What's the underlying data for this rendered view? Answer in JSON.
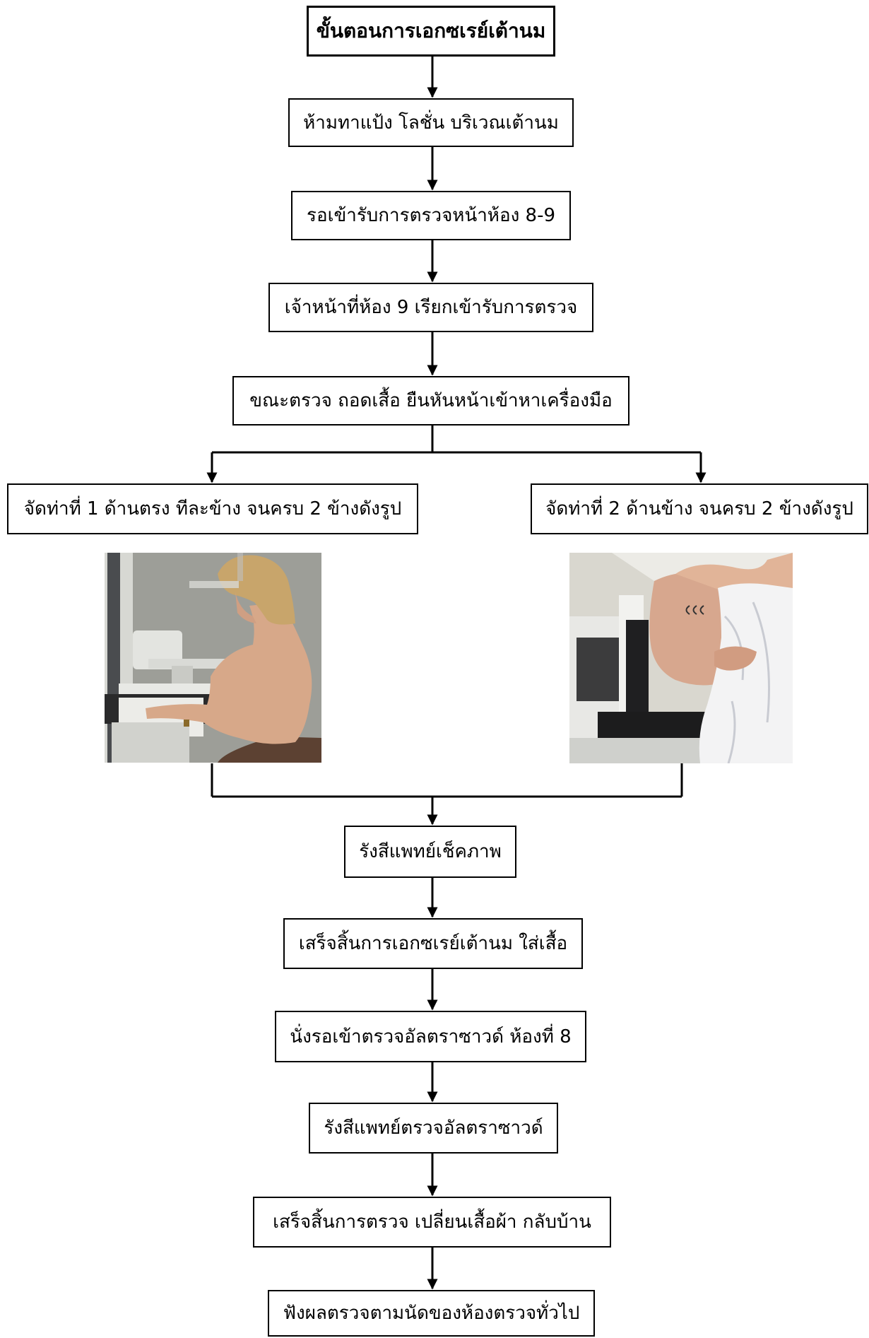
{
  "title": "ขั้นตอนการเอกซเรย์เต้านม",
  "steps_top": [
    "ห้ามทาแป้ง โลชั่น บริเวณเต้านม",
    "รอเข้ารับการตรวจหน้าห้อง 8-9",
    "เจ้าหน้าที่ห้อง 9 เรียกเข้ารับการตรวจ",
    "ขณะตรวจ ถอดเสื้อ ยืนหันหน้าเข้าหาเครื่องมือ"
  ],
  "branch_left": "จัดท่าที่ 1 ด้านตรง ทีละข้าง จนครบ 2 ข้างดังรูป",
  "branch_right": "จัดท่าที่ 2 ด้านข้าง จนครบ 2 ข้างดังรูป",
  "steps_bottom": [
    "รังสีแพทย์เช็คภาพ",
    "เสร็จสิ้นการเอกซเรย์เต้านม ใส่เสื้อ",
    "นั่งรอเข้าตรวจอัลตราซาวด์ ห้องที่ 8",
    "รังสีแพทย์ตรวจอัลตราซาวด์",
    "เสร็จสิ้นการตรวจ เปลี่ยนเสื้อผ้า กลับบ้าน",
    "ฟังผลตรวจตามนัดของห้องตรวจทั่วไป"
  ]
}
